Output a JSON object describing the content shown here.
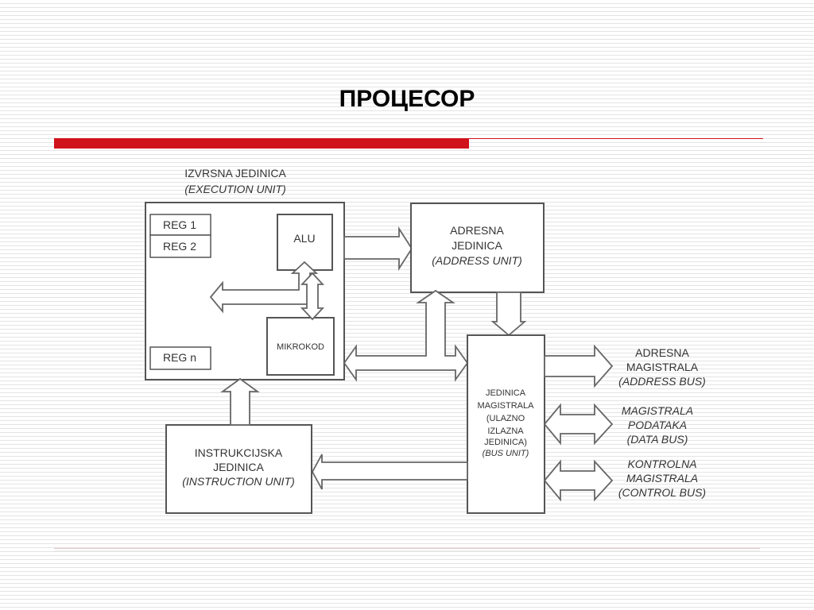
{
  "title": "ПРОЦЕСОР",
  "execution_unit": {
    "caption_line1": "IZVRSNA JEDINICA",
    "caption_line2": "(EXECUTION UNIT)",
    "registers": [
      "REG 1",
      "REG 2",
      "REG n"
    ],
    "alu": "ALU",
    "microcode": "MIKROKOD"
  },
  "address_unit": {
    "line1": "ADRESNA",
    "line2": "JEDINICA",
    "line3": "(ADDRESS UNIT)"
  },
  "bus_unit": {
    "lines": [
      "JEDINICA",
      "MAGISTRALA",
      "(ULAZNO",
      "IZLAZNA",
      "JEDINICA)",
      "(BUS UNIT)"
    ]
  },
  "instruction_unit": {
    "line1": "INSTRUKCIJSKA",
    "line2": "JEDINICA",
    "line3": "(INSTRUCTION UNIT)"
  },
  "buses": {
    "address_bus": [
      "ADRESNA",
      "MAGISTRALA",
      "(ADDRESS BUS)"
    ],
    "data_bus": [
      "MAGISTRALA",
      "PODATAKA",
      "(DATA BUS)"
    ],
    "control_bus": [
      "KONTROLNA",
      "MAGISTRALA",
      "(CONTROL BUS)"
    ]
  }
}
